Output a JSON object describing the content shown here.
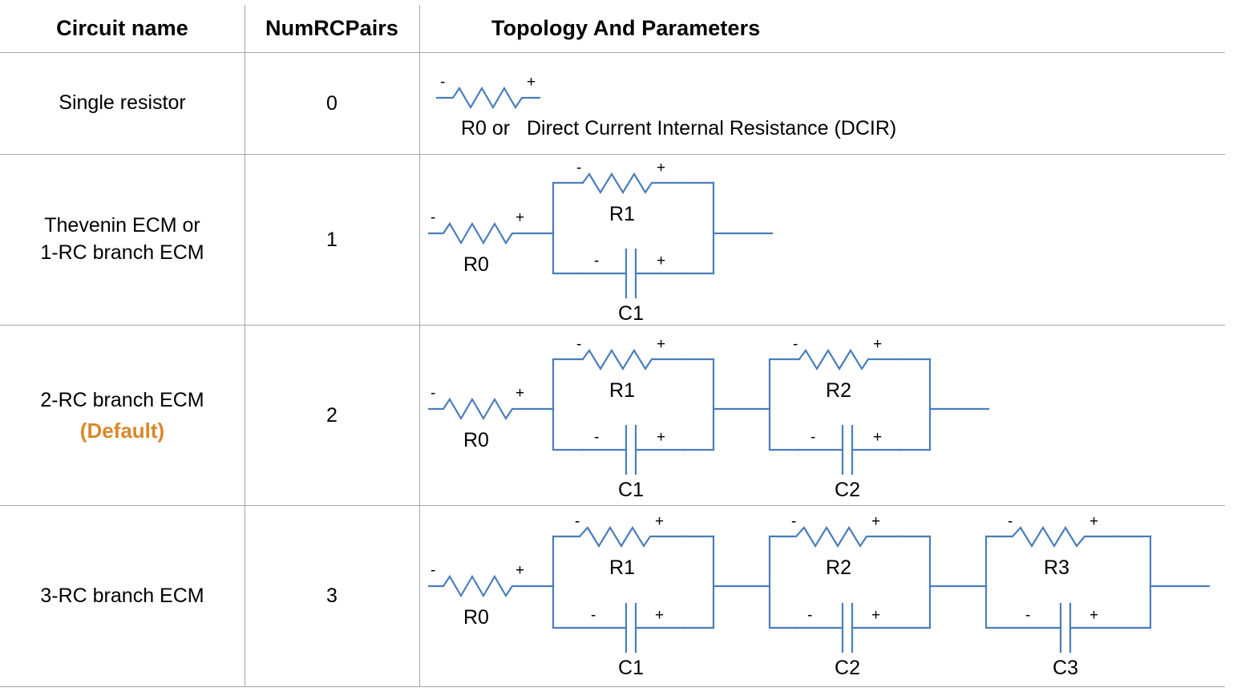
{
  "table": {
    "headers": {
      "circuit_name": "Circuit name",
      "num_rc_pairs": "NumRCPairs",
      "topology": "Topology And Parameters"
    },
    "rows": [
      {
        "name": "Single resistor",
        "name_line2": "",
        "default_badge": "",
        "num": "0",
        "caption": "R0 or   Direct Current Internal Resistance (DCIR)",
        "series_resistor_label": "",
        "branches": []
      },
      {
        "name": "Thevenin ECM or",
        "name_line2": "1-RC branch ECM",
        "default_badge": "",
        "num": "1",
        "caption": "",
        "series_resistor_label": "R0",
        "branches": [
          {
            "resistor": "R1",
            "capacitor": "C1"
          }
        ]
      },
      {
        "name": "2-RC branch ECM",
        "name_line2": "",
        "default_badge": "(Default)",
        "num": "2",
        "caption": "",
        "series_resistor_label": "R0",
        "branches": [
          {
            "resistor": "R1",
            "capacitor": "C1"
          },
          {
            "resistor": "R2",
            "capacitor": "C2"
          }
        ]
      },
      {
        "name": "3-RC branch ECM",
        "name_line2": "",
        "default_badge": "",
        "num": "3",
        "caption": "",
        "series_resistor_label": "R0",
        "branches": [
          {
            "resistor": "R1",
            "capacitor": "C1"
          },
          {
            "resistor": "R2",
            "capacitor": "C2"
          },
          {
            "resistor": "R3",
            "capacitor": "C3"
          }
        ]
      }
    ]
  },
  "polarity": {
    "minus": "-",
    "plus": "+"
  },
  "colors": {
    "wire_blue": "#4A7EBB",
    "grid_gray": "#A6A6A6",
    "default_orange": "#D9882B",
    "text_black": "#000000"
  }
}
